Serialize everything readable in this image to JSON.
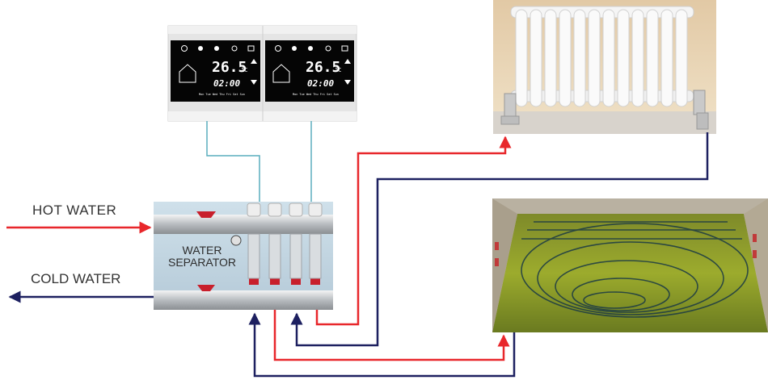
{
  "labels": {
    "hot_water": "HOT  WATER",
    "cold_water": "COLD WATER",
    "separator_line1": "WATER",
    "separator_line2": "SEPARATOR"
  },
  "thermostats": [
    {
      "temperature": "26.5",
      "unit": "°C",
      "time": "02:00",
      "days": "Mon Tue Wed Thu Fri Sat Sun"
    },
    {
      "temperature": "26.5",
      "unit": "°C",
      "time": "02:00",
      "days": "Mon Tue Wed Thu Fri Sat Sun"
    }
  ],
  "colors": {
    "hot_pipe": "#e8272b",
    "cold_pipe": "#1d2060",
    "thermostat_wire": "#5aaebe"
  }
}
